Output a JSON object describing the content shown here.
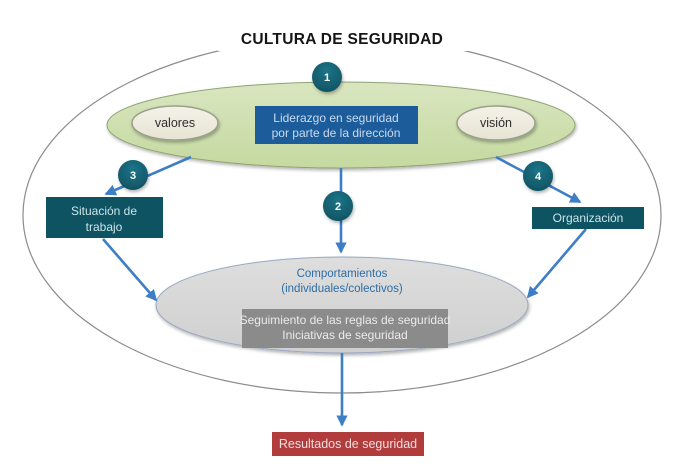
{
  "title": "CULTURA DE SEGURIDAD",
  "colors": {
    "arrow_blue": "#3d7ec5",
    "badge_teal": "#115a6a",
    "outer_ellipse_stroke": "#8c8c8c",
    "green_ellipse_fill": "#cfe0ad",
    "green_ellipse_stroke": "#90a473",
    "oval_cream_fill": "#efecdf",
    "oval_cream_stroke": "#98a089",
    "leadership_blue": "#1d5c9b",
    "teal_box": "#0d5362",
    "gray_ellipse_fill": "#d9d9d9",
    "gray_ellipse_stroke": "#9aa8c2",
    "inner_gray_box": "#8b8b8b",
    "red_box": "#b13c3c"
  },
  "badges": {
    "b1": "1",
    "b2": "2",
    "b3": "3",
    "b4": "4"
  },
  "nodes": {
    "valores": "valores",
    "vision": "visión",
    "leadership": {
      "line1": "Liderazgo en seguridad",
      "line2": "por parte de la dirección"
    },
    "situacion": {
      "line1": "Situación de",
      "line2": "trabajo"
    },
    "organizacion": "Organización",
    "comportamientos": {
      "line1": "Comportamientos",
      "line2": "(individuales/colectivos)"
    },
    "seguimiento": {
      "line1": "Seguimiento de las reglas de seguridad",
      "line2": "Iniciativas de seguridad"
    },
    "resultados": "Resultados de seguridad"
  }
}
